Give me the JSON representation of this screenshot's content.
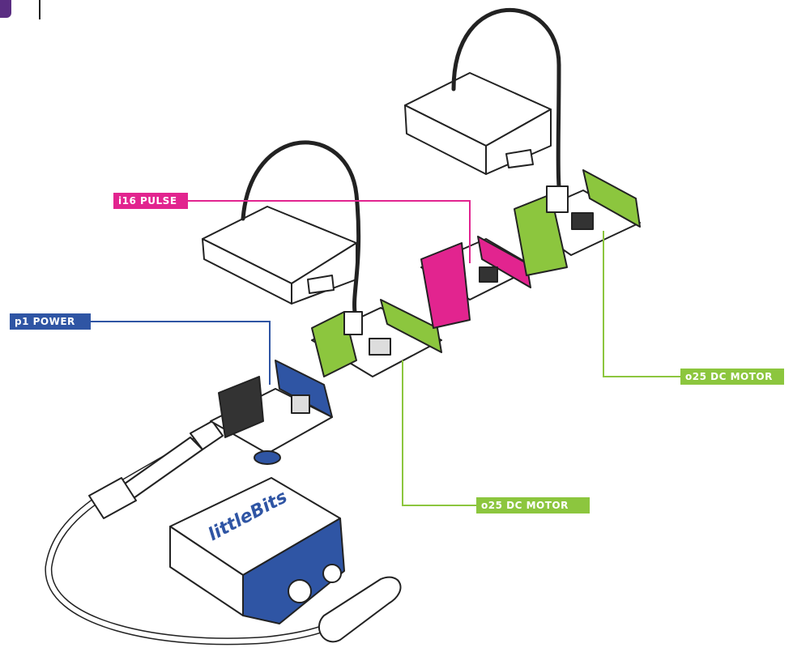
{
  "labels": {
    "pulse": "i16 PULSE",
    "power": "p1 POWER",
    "motor_1": "o25 DC MOTOR",
    "motor_2": "o25 DC MOTOR"
  },
  "battery": {
    "brand": "littleBits"
  },
  "colors": {
    "pulse": "#e2248f",
    "power": "#2f55a4",
    "motor": "#8cc63e",
    "outline": "#222222"
  },
  "icons": [
    "dc-motor-icon",
    "pulse-module-icon",
    "power-module-icon",
    "battery-9v-icon",
    "cable-icon"
  ]
}
